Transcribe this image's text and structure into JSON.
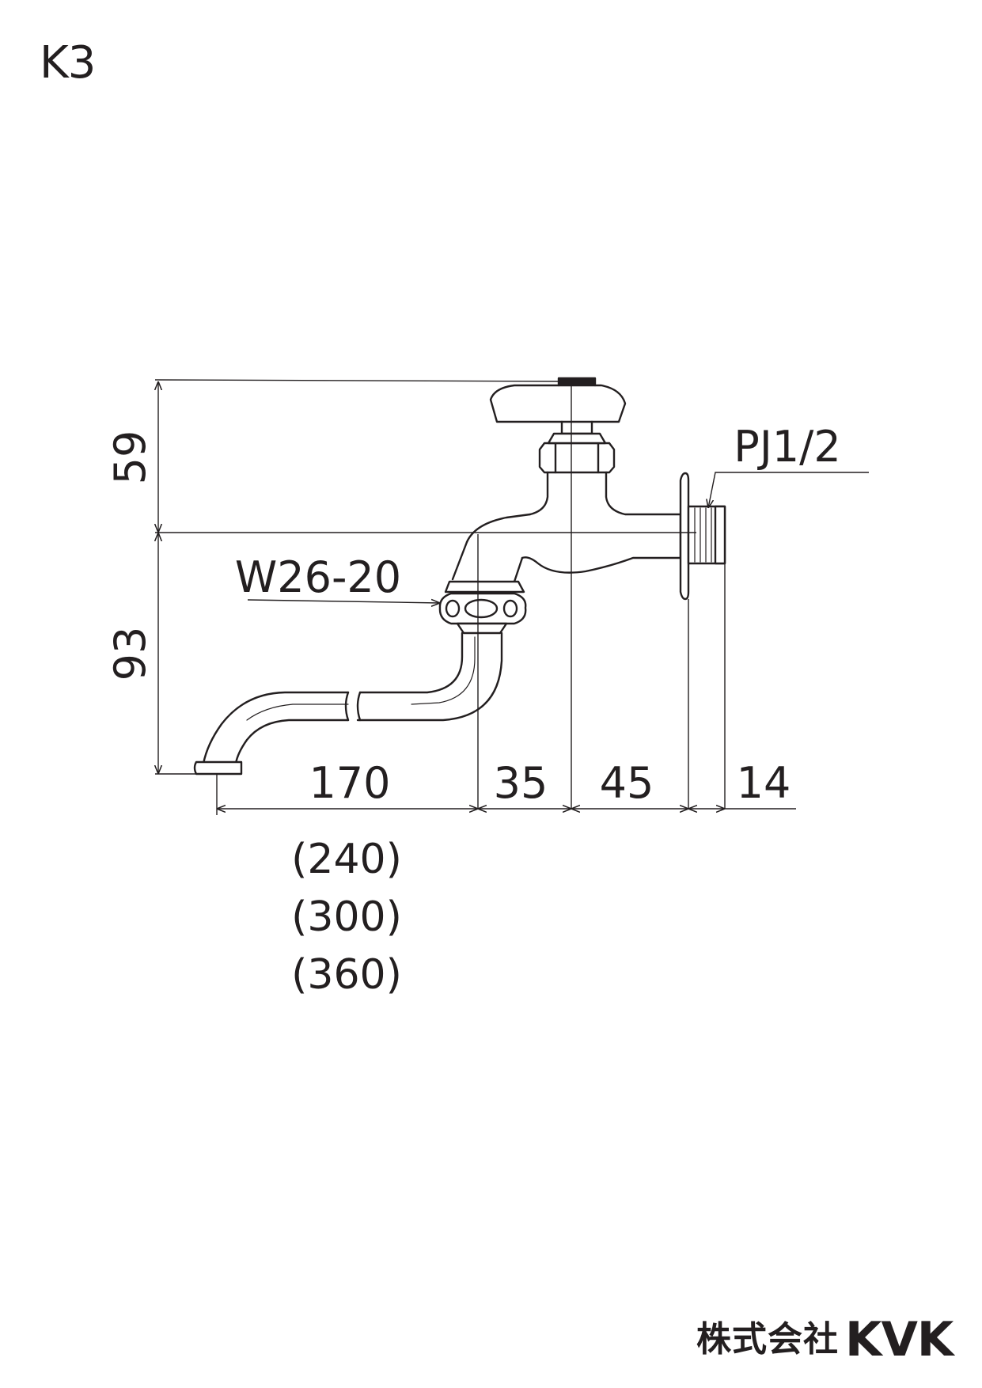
{
  "model_code": "K3",
  "dimensions": {
    "height_upper": "59",
    "height_lower": "93",
    "spout_length": "170",
    "body_offset": "35",
    "body_to_wall": "45",
    "thread_length": "14",
    "alt_lengths": [
      "(240)",
      "(300)",
      "(360)"
    ]
  },
  "labels": {
    "hose_connection": "W26-20",
    "pipe_thread": "PJ1/2"
  },
  "company": {
    "name": "株式会社",
    "brand": "KVK"
  }
}
